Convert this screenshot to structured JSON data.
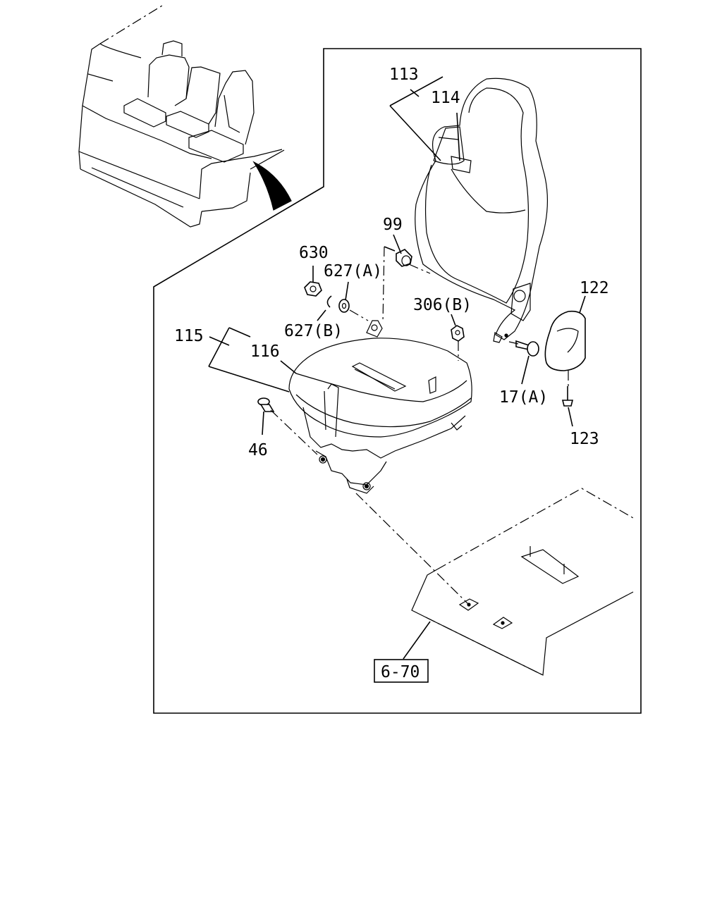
{
  "labels": {
    "p113": "113",
    "p114": "114",
    "p99": "99",
    "p630": "630",
    "p627a": "627(A)",
    "p306b": "306(B)",
    "p122": "122",
    "p627b": "627(B)",
    "p115": "115",
    "p116": "116",
    "p17a": "17(A)",
    "p46": "46",
    "p123": "123"
  },
  "reference_box": "6-70"
}
